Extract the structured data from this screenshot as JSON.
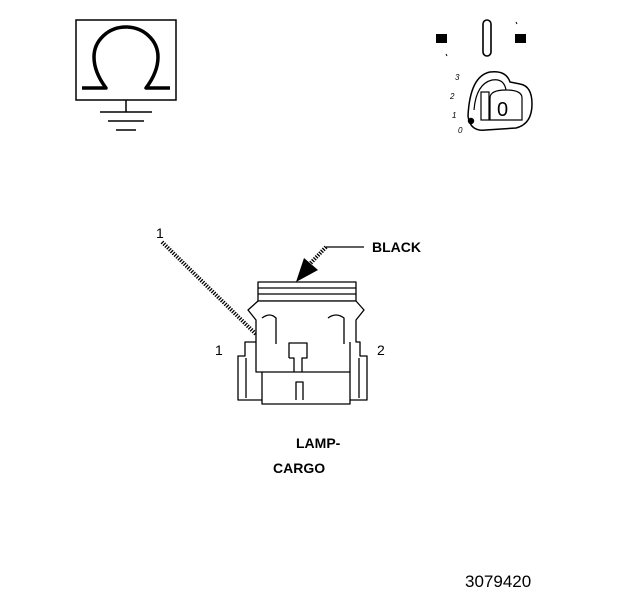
{
  "meter_symbol": {
    "glyph": "Ω",
    "icon": "ohmmeter-ground-icon"
  },
  "ignition": {
    "icon": "ignition-key-off-icon",
    "positions": [
      "3",
      "2",
      "1",
      "0"
    ],
    "key_label": "0"
  },
  "connector": {
    "callout_number": "1",
    "color_label": "BLACK",
    "pin_left": "1",
    "pin_right": "2",
    "name_line1": "LAMP-",
    "name_line2": "CARGO"
  },
  "figure_id": "3079420"
}
